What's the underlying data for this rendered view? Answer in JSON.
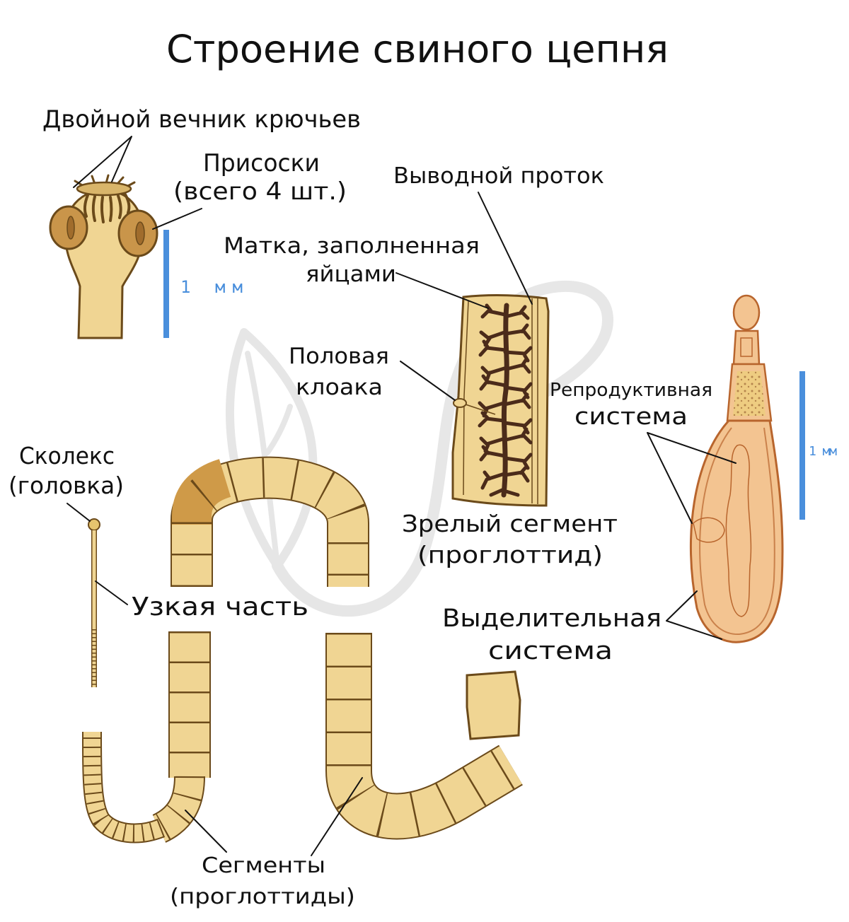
{
  "title": "Строение свиного цепня",
  "labels": {
    "hooks": "Двойной вечник крючьев",
    "suckers": [
      "Присоски",
      "(всего 4 шт.)"
    ],
    "scale_left": "1 мм",
    "duct": "Выводной проток",
    "uterus": [
      "Матка, заполненная",
      "яйцами"
    ],
    "cloaca": [
      "Половая",
      "клоака"
    ],
    "reproductive": [
      "Репродуктивная",
      "система"
    ],
    "scale_right": "1 мм",
    "scolex": [
      "Сколекс",
      "(головка)"
    ],
    "neck": "Узкая часть",
    "mature_segment": [
      "Зрелый сегмент",
      "(проглоттид)"
    ],
    "excretory": [
      "Выделительная",
      "система"
    ],
    "segments": [
      "Сегменты",
      "(проглоттиды)"
    ]
  },
  "colors": {
    "body": "#f0d593",
    "body_dark": "#cf9a48",
    "outline": "#6b4a1a",
    "uterus": "#4b2b1a",
    "scale_bar": "#4a8fdc",
    "proglottid": "#f3c491",
    "proglottid_outline": "#b8652d"
  }
}
